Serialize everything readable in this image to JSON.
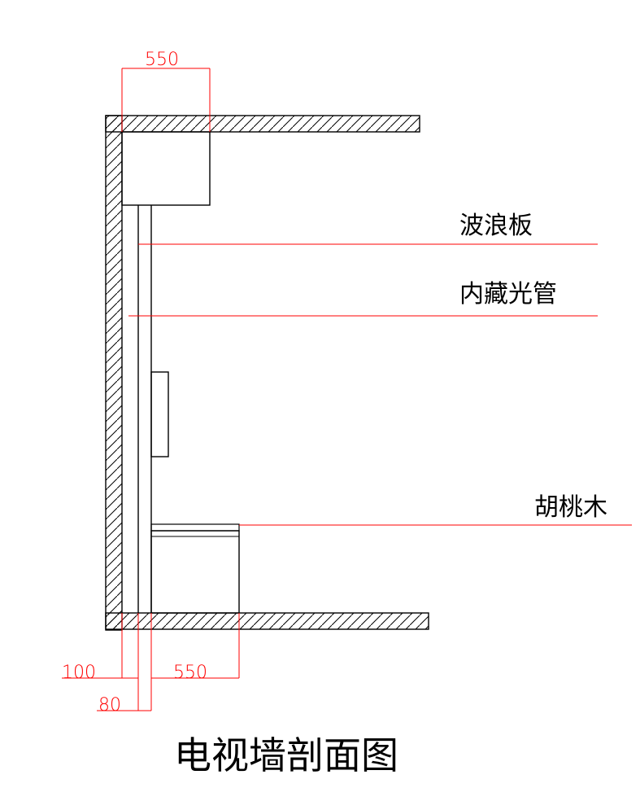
{
  "drawing": {
    "title": "电视墙剖面图",
    "labels": {
      "wave_board": "波浪板",
      "hidden_tube": "内藏光管",
      "walnut": "胡桃木"
    },
    "dimensions": {
      "top_depth": "550",
      "bottom_depth": "550",
      "left_gap": "100",
      "panel_thickness": "80"
    }
  },
  "colors": {
    "lines": "#000000",
    "dimensions": "#ff0000",
    "annotations": "#ff0000",
    "text": "#000000"
  }
}
